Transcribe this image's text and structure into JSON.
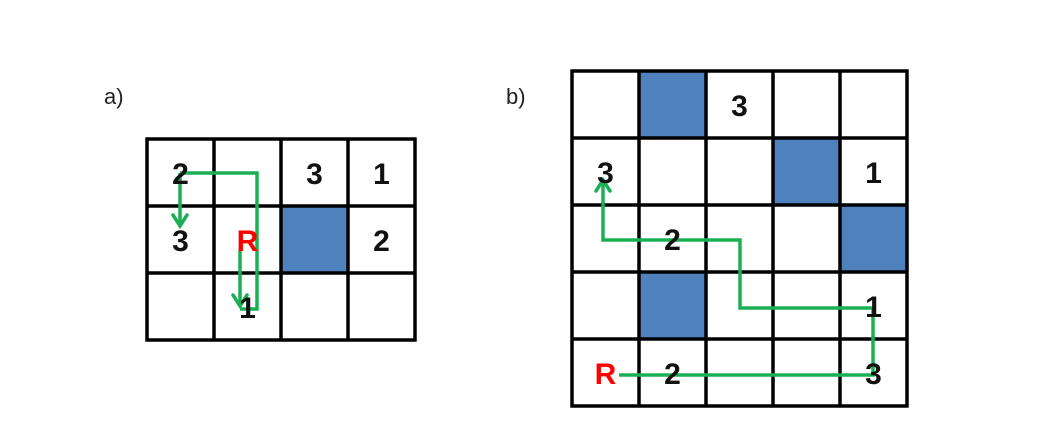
{
  "colors": {
    "grid": "#000000",
    "blocked": "#4f81bd",
    "robot": "#ff0000",
    "path": "#1aaf54",
    "text": "#111111"
  },
  "panels": [
    {
      "label": "a)",
      "rows": 3,
      "cols": 4,
      "blocked": [
        [
          1,
          2
        ]
      ],
      "cells": [
        {
          "r": 0,
          "c": 0,
          "text": "2"
        },
        {
          "r": 0,
          "c": 2,
          "text": "3"
        },
        {
          "r": 0,
          "c": 3,
          "text": "1"
        },
        {
          "r": 1,
          "c": 0,
          "text": "3"
        },
        {
          "r": 1,
          "c": 1,
          "text": "R",
          "robot": true
        },
        {
          "r": 1,
          "c": 3,
          "text": "2"
        },
        {
          "r": 2,
          "c": 1,
          "text": "1"
        }
      ]
    },
    {
      "label": "b)",
      "rows": 5,
      "cols": 5,
      "blocked": [
        [
          0,
          1
        ],
        [
          1,
          3
        ],
        [
          2,
          4
        ],
        [
          3,
          1
        ]
      ],
      "cells": [
        {
          "r": 0,
          "c": 2,
          "text": "3"
        },
        {
          "r": 1,
          "c": 0,
          "text": "3"
        },
        {
          "r": 1,
          "c": 4,
          "text": "1"
        },
        {
          "r": 2,
          "c": 1,
          "text": "2"
        },
        {
          "r": 3,
          "c": 4,
          "text": "1"
        },
        {
          "r": 4,
          "c": 0,
          "text": "R",
          "robot": true
        },
        {
          "r": 4,
          "c": 1,
          "text": "2"
        },
        {
          "r": 4,
          "c": 4,
          "text": "3"
        }
      ]
    }
  ]
}
